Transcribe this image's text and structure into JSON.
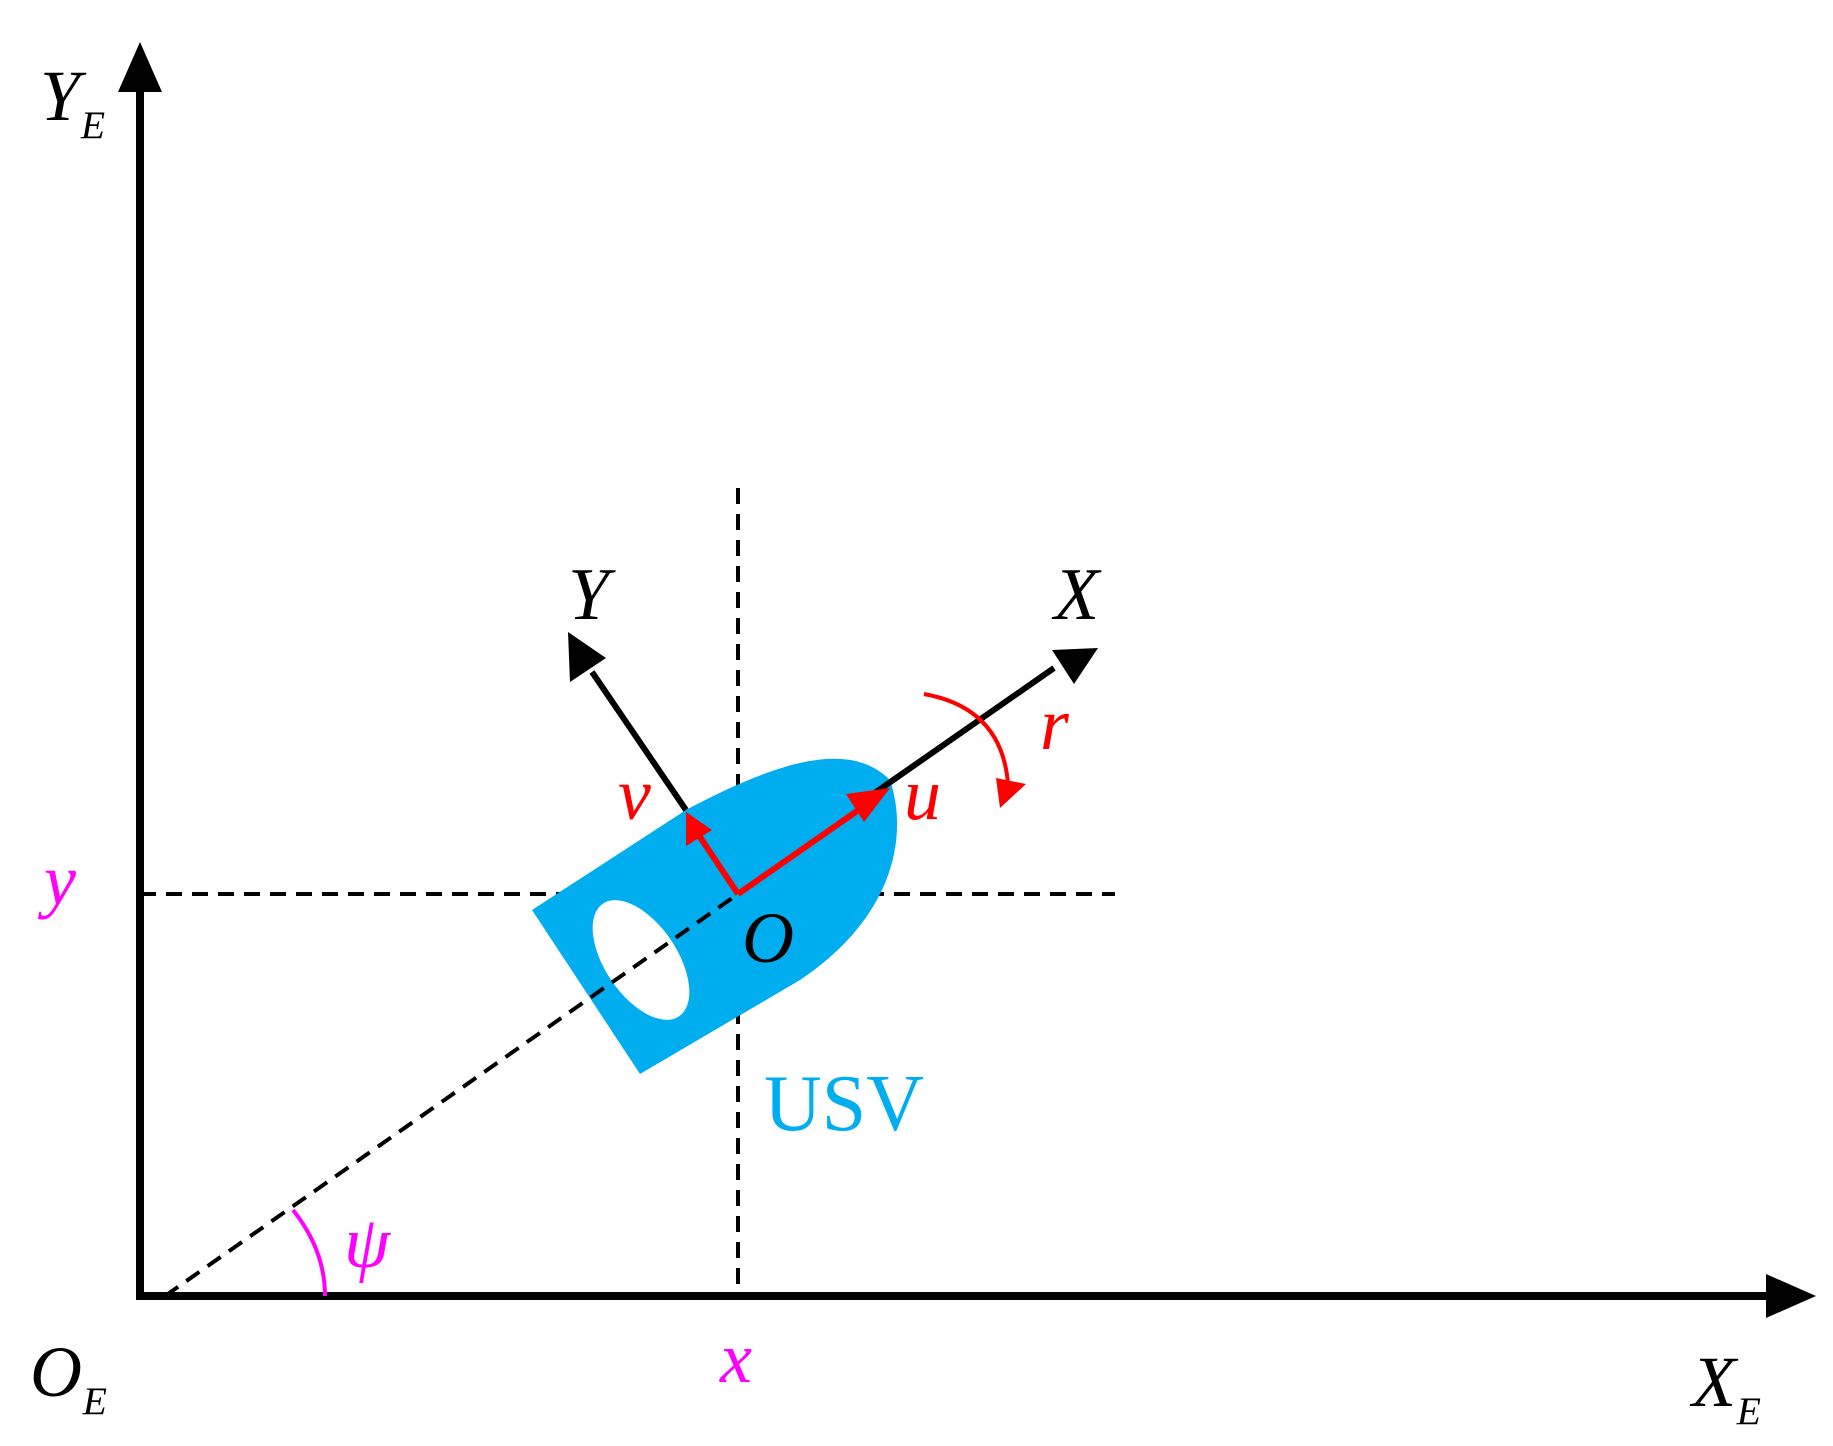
{
  "colors": {
    "axis": "#000000",
    "hull": "#00AEEF",
    "velocity": "#FF0000",
    "coordinate": "#FF00FF",
    "usv_label": "#00AEEF"
  },
  "earth_frame": {
    "origin": {
      "main": "O",
      "sub": "E"
    },
    "x_axis": {
      "main": "X",
      "sub": "E"
    },
    "y_axis": {
      "main": "Y",
      "sub": "E"
    }
  },
  "body_frame": {
    "origin": "O",
    "x_axis": "X",
    "y_axis": "Y"
  },
  "velocities": {
    "surge": "u",
    "sway": "v",
    "yaw_rate": "r"
  },
  "position": {
    "x": "x",
    "y": "y",
    "heading": "ψ"
  },
  "vehicle_label": "USV"
}
